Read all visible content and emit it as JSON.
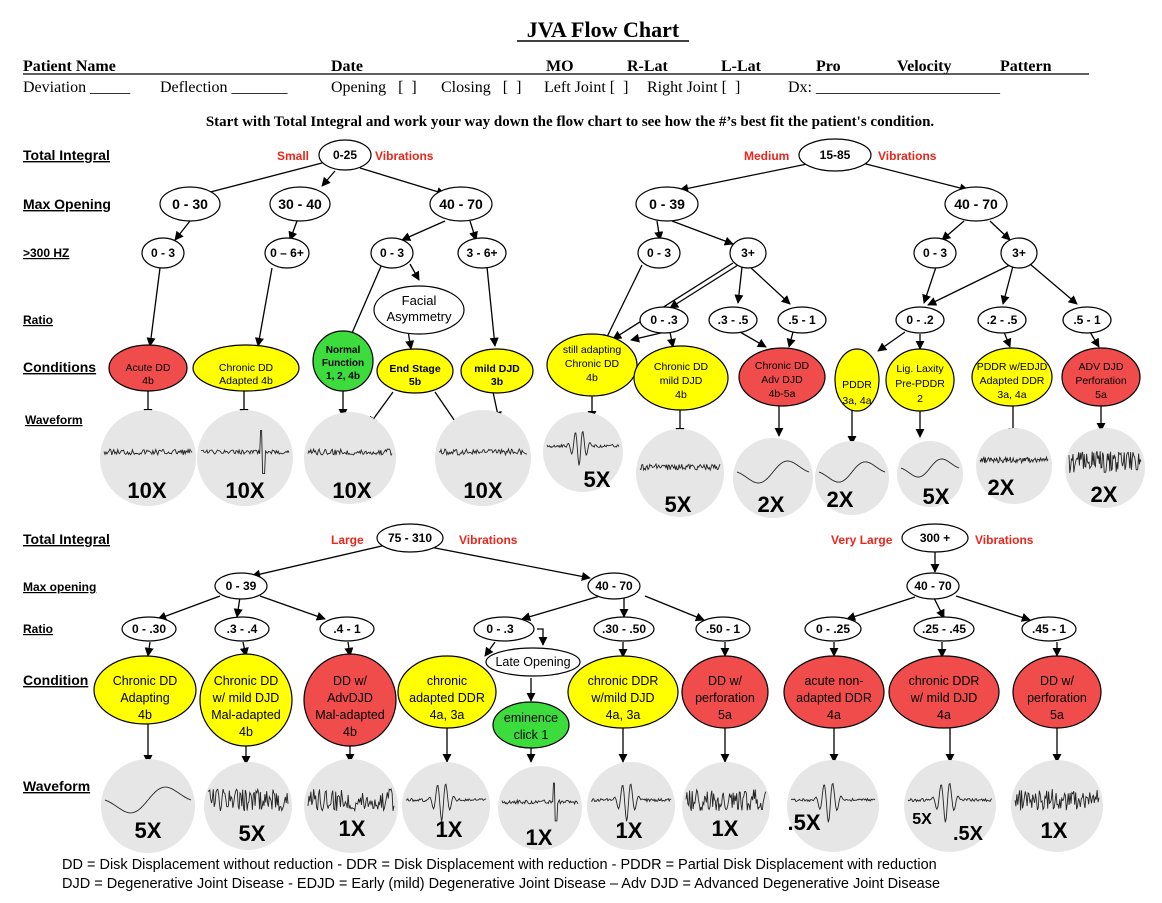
{
  "title": "JVA Flow Chart",
  "header_row1": [
    "Patient Name",
    "Date",
    "MO",
    "R-Lat",
    "L-Lat",
    "Pro",
    "Velocity",
    "Pattern"
  ],
  "header_row2": {
    "deviation": "Deviation _____",
    "deflection": "Deflection _______",
    "opening": "Opening   [  ]",
    "closing": "Closing   [  ]",
    "left_joint": "Left Joint [  ]",
    "right_joint": "Right Joint [  ]",
    "dx": "Dx: _______________________"
  },
  "instruction": "Start with Total Integral and work your way down the flow chart to see how the #’s best fit the patient's condition.",
  "row_labels": {
    "top": [
      "Total Integral",
      "Max Opening",
      ">300 HZ",
      "Ratio",
      "Conditions",
      "Waveform"
    ],
    "bottom": [
      "Total Integral",
      "Max opening",
      "Ratio",
      "Condition",
      "Waveform"
    ]
  },
  "category_labels": {
    "small": "Small",
    "medium": "Medium",
    "large": "Large",
    "very_large": "Very Large",
    "vibrations": "Vibrations"
  },
  "nodes": {
    "ti_small": "0-25",
    "ti_medium": "15-85",
    "ti_large": "75 - 310",
    "ti_vlarge": "300 +",
    "s_mo1": "0 - 30",
    "s_mo2": "30 - 40",
    "s_mo3": "40 - 70",
    "s_hz1": "0 - 3",
    "s_hz2": "0 – 6+",
    "s_hz3": "0 - 3",
    "s_hz4": "3 - 6+",
    "facial": "Facial\nAsymmetry",
    "m_mo1": "0 - 39",
    "m_mo2": "40 - 70",
    "m_hz1": "0 - 3",
    "m_hz2": "3+",
    "m_hz3": "0 - 3",
    "m_hz4": "3+",
    "m_r1": "0 - .3",
    "m_r2": ".3 - .5",
    "m_r3": ".5 - 1",
    "m_r4": "0 - .2",
    "m_r5": ".2 - .5",
    "m_r6": ".5 - 1",
    "l_mo1": "0 - 39",
    "l_mo2": "40 - 70",
    "v_mo1": "40 - 70",
    "l_r1": "0 - .30",
    "l_r2": ".3 - .4",
    "l_r3": ".4 - 1",
    "l_r4": "0 - .3",
    "l_r5": ".30 - .50",
    "l_r6": ".50 - 1",
    "v_r1": "0 - .25",
    "v_r2": ".25 - .45",
    "v_r3": ".45 - 1",
    "late_opening": "Late Opening"
  },
  "conditions_top": {
    "c1": "Acute DD\n4b",
    "c2": "Chronic DD\nAdapted 4b",
    "c3": "Normal\nFunction\n1, 2, 4b",
    "c4": "End Stage\n5b",
    "c5": "mild DJD\n3b",
    "c6": "still adapting\nChronic DD\n4b",
    "c7": "Chronic DD\nmild DJD\n4b",
    "c8": "Chronic DD\nAdv DJD\n4b-5a",
    "c9": "PDDR\n3a, 4a",
    "c10": "Lig. Laxity\nPre-PDDR\n2",
    "c11": "PDDR w/EDJD\nAdapted DDR\n3a, 4a",
    "c12": "ADV DJD\nPerforation\n5a"
  },
  "conditions_bottom": {
    "d1": "Chronic DD\nAdapting\n4b",
    "d2": "Chronic DD\nw/ mild DJD\nMal-adapted\n4b",
    "d3": "DD w/\nAdvDJD\nMal-adapted\n4b",
    "d4": "chronic\nadapted DDR\n4a, 3a",
    "d5": "eminence\nclick 1",
    "d6": "chronic DDR\nw/mild DJD\n4a, 3a",
    "d7": "DD w/\nperforation\n5a",
    "d8": "acute non-\nadapted DDR\n4a",
    "d9": "chronic DDR\nw/ mild DJD\n4a",
    "d10": "DD w/\nperforation\n5a"
  },
  "waveform_labels_top": [
    "10X",
    "10X",
    "10X",
    "10X",
    "5X",
    "5X",
    "2X",
    "2X",
    "5X",
    "2X",
    "2X"
  ],
  "waveform_labels_bottom": [
    "5X",
    "5X",
    "1X",
    "1X",
    "1X",
    "1X",
    "1X",
    ".5X",
    "5X",
    ".5X",
    "1X"
  ],
  "legend": [
    "DD = Disk Displacement without reduction - DDR = Disk Displacement with reduction - PDDR = Partial Disk Displacement with reduction",
    "DJD = Degenerative Joint Disease - EDJD = Early (mild) Degenerative Joint Disease – Adv DJD = Advanced Degenerative Joint Disease"
  ],
  "colors": {
    "yellow": "#ffff00",
    "red": "#f04c4c",
    "green": "#3ddc3d",
    "vib_red": "#e8261c",
    "wave_bg": "#e6e6e6",
    "highlight_ring": "#8c8c8c"
  }
}
